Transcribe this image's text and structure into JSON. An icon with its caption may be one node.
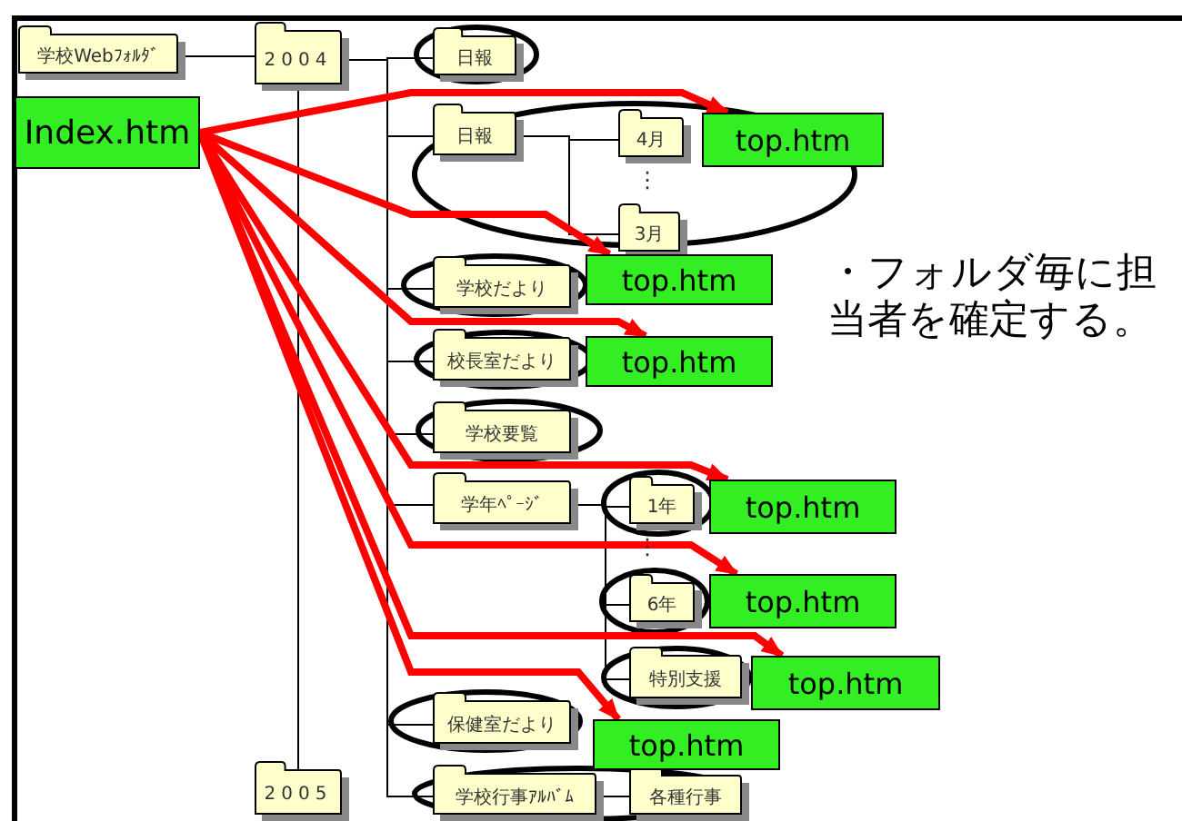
{
  "diagram": {
    "nodes": [
      {
        "text": [
          "学校Webﾌｫﾙﾀﾞ"
        ]
      },
      {
        "text": [
          "2004"
        ]
      },
      {
        "text": [
          "日報"
        ]
      },
      {
        "text": [
          "日報"
        ]
      },
      {
        "text": [
          "4月"
        ]
      },
      {
        "text": [
          "3月"
        ]
      },
      {
        "text": [
          "学校だより"
        ]
      },
      {
        "text": [
          "校長室だより"
        ]
      },
      {
        "text": [
          "学校要覧"
        ]
      },
      {
        "text": [
          "学年ﾍﾟｰｼﾞ"
        ]
      },
      {
        "text": [
          "1年"
        ]
      },
      {
        "text": [
          "6年"
        ]
      },
      {
        "text": [
          "特別支援"
        ]
      },
      {
        "text": [
          "保健室だより"
        ]
      },
      {
        "text": [
          "学校行事ｱﾙﾊﾞﾑ"
        ]
      },
      {
        "text": [
          "各種行事"
        ]
      },
      {
        "text": [
          "2005"
        ]
      },
      {
        "text": [
          "Index.htm"
        ]
      },
      {
        "text": [
          "top.htm"
        ]
      },
      {
        "text": [
          "top.htm"
        ]
      },
      {
        "text": [
          "top.htm"
        ]
      },
      {
        "text": [
          "top.htm"
        ]
      },
      {
        "text": [
          "top.htm"
        ]
      },
      {
        "text": [
          "top.htm"
        ]
      },
      {
        "text": [
          "top.htm"
        ]
      }
    ],
    "edges": [
      {
        "from": 0,
        "to": 1,
        "arrow": "none"
      },
      {
        "from": 1,
        "to": 16,
        "arrow": "none"
      },
      {
        "from": 1,
        "to": 2,
        "arrow": "none"
      },
      {
        "from": 1,
        "to": 3,
        "arrow": "none"
      },
      {
        "from": 1,
        "to": 6,
        "arrow": "none"
      },
      {
        "from": 1,
        "to": 7,
        "arrow": "none"
      },
      {
        "from": 1,
        "to": 8,
        "arrow": "none"
      },
      {
        "from": 1,
        "to": 9,
        "arrow": "none"
      },
      {
        "from": 1,
        "to": 13,
        "arrow": "none"
      },
      {
        "from": 1,
        "to": 14,
        "arrow": "none"
      },
      {
        "from": 3,
        "to": 4,
        "arrow": "none"
      },
      {
        "from": 3,
        "to": 5,
        "arrow": "none"
      },
      {
        "from": 9,
        "to": 10,
        "arrow": "none"
      },
      {
        "from": 9,
        "to": 11,
        "arrow": "none"
      },
      {
        "from": 9,
        "to": 12,
        "arrow": "none"
      },
      {
        "from": 14,
        "to": 15,
        "arrow": "none"
      },
      {
        "from": 17,
        "to": 18,
        "arrow": "to",
        "style": "thick",
        "color": "#ff0000"
      },
      {
        "from": 17,
        "to": 19,
        "arrow": "to",
        "style": "thick",
        "color": "#ff0000"
      },
      {
        "from": 17,
        "to": 20,
        "arrow": "to",
        "style": "thick",
        "color": "#ff0000"
      },
      {
        "from": 17,
        "to": 21,
        "arrow": "to",
        "style": "thick",
        "color": "#ff0000"
      },
      {
        "from": 17,
        "to": 22,
        "arrow": "to",
        "style": "thick",
        "color": "#ff0000"
      },
      {
        "from": 17,
        "to": 23,
        "arrow": "to",
        "style": "thick",
        "color": "#ff0000"
      },
      {
        "from": 17,
        "to": 24,
        "arrow": "to",
        "style": "thick",
        "color": "#ff0000"
      }
    ],
    "labels": [
      "・フォルダ毎に担当者を確定する。",
      "⋮",
      "⋮"
    ]
  }
}
